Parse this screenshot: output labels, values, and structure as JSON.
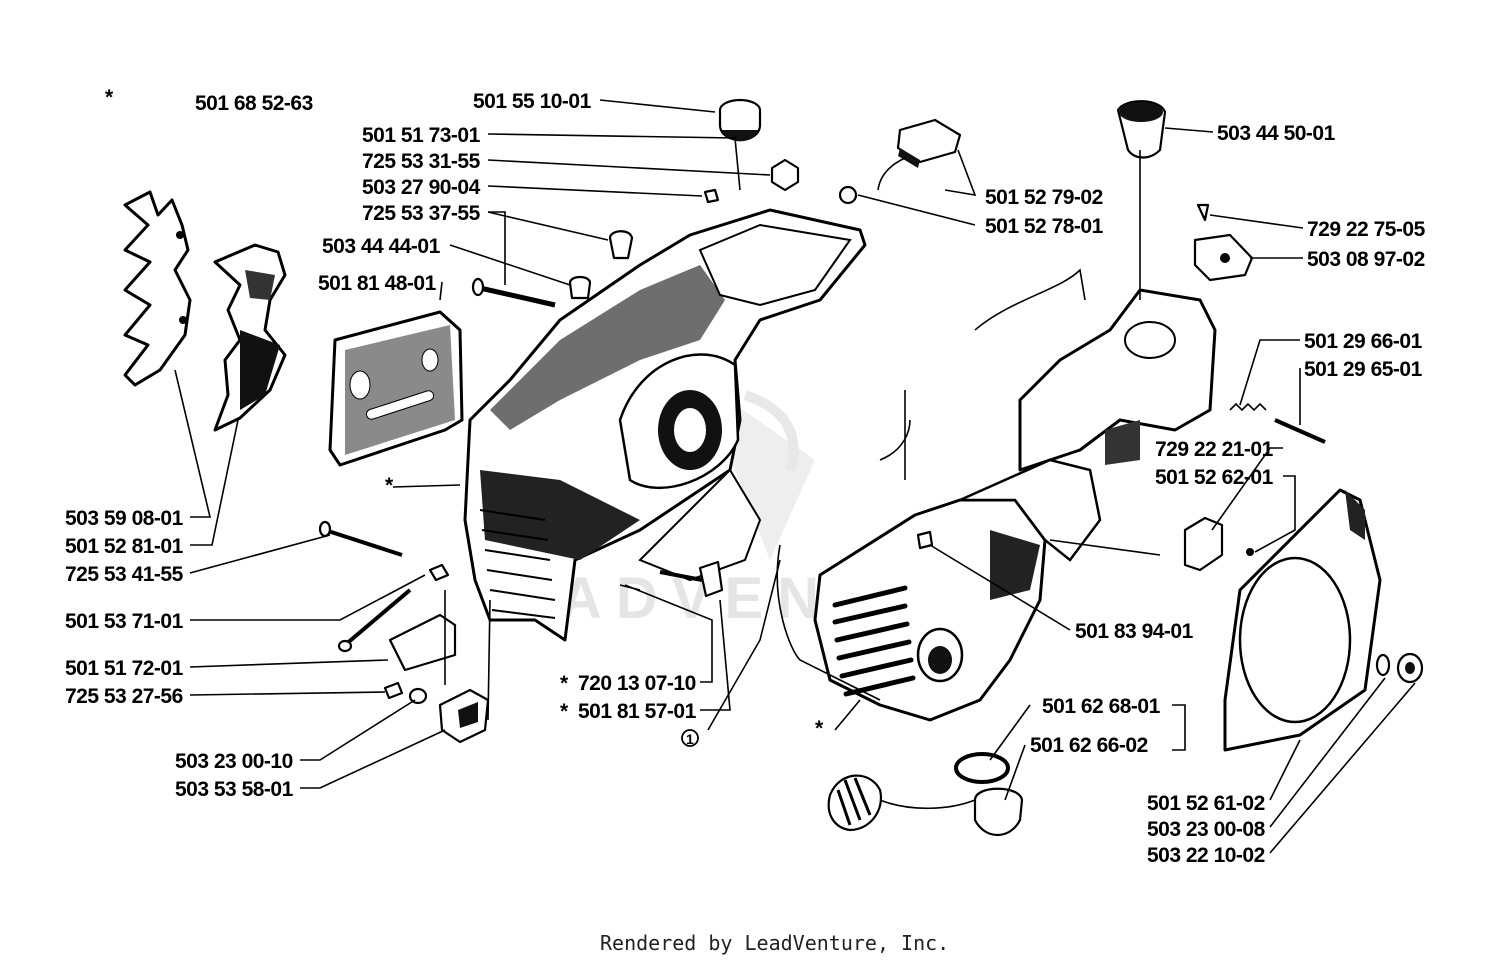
{
  "diagram": {
    "labels": [
      {
        "id": "l01",
        "text": "501 68 52-63"
      },
      {
        "id": "l02",
        "text": "501 55 10-01"
      },
      {
        "id": "l03",
        "text": "501 51 73-01"
      },
      {
        "id": "l04",
        "text": "725 53 31-55"
      },
      {
        "id": "l05",
        "text": "503 27 90-04"
      },
      {
        "id": "l06",
        "text": "725 53 37-55"
      },
      {
        "id": "l07",
        "text": "503 44 44-01"
      },
      {
        "id": "l08",
        "text": "501 81 48-01"
      },
      {
        "id": "l09",
        "text": "503 59 08-01"
      },
      {
        "id": "l10",
        "text": "501 52 81-01"
      },
      {
        "id": "l11",
        "text": "725 53 41-55"
      },
      {
        "id": "l12",
        "text": "501 53 71-01"
      },
      {
        "id": "l13",
        "text": "501 51 72-01"
      },
      {
        "id": "l14",
        "text": "725 53 27-56"
      },
      {
        "id": "l15",
        "text": "503 23 00-10"
      },
      {
        "id": "l16",
        "text": "503 53 58-01"
      },
      {
        "id": "l17",
        "text": "720 13 07-10"
      },
      {
        "id": "l18",
        "text": "501 81 57-01"
      },
      {
        "id": "l19",
        "text": "501 52 79-02"
      },
      {
        "id": "l20",
        "text": "501 52 78-01"
      },
      {
        "id": "l21",
        "text": "503 44 50-01"
      },
      {
        "id": "l22",
        "text": "729 22 75-05"
      },
      {
        "id": "l23",
        "text": "503 08 97-02"
      },
      {
        "id": "l24",
        "text": "501 29 66-01"
      },
      {
        "id": "l25",
        "text": "501 29 65-01"
      },
      {
        "id": "l26",
        "text": "729 22 21-01"
      },
      {
        "id": "l27",
        "text": "501 52 62-01"
      },
      {
        "id": "l28",
        "text": "501 83 94-01"
      },
      {
        "id": "l29",
        "text": "501 62 68-01"
      },
      {
        "id": "l30",
        "text": "501 62 66-02"
      },
      {
        "id": "l31",
        "text": "501 52 61-02"
      },
      {
        "id": "l32",
        "text": "503 23 00-08"
      },
      {
        "id": "l33",
        "text": "503 22 10-02"
      }
    ],
    "asterisk": "*",
    "circled_one": "1",
    "watermark": "ADVENTURE",
    "footer": "Rendered by LeadVenture, Inc."
  }
}
